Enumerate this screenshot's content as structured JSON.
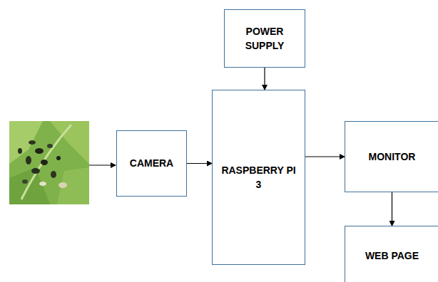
{
  "diagram": {
    "nodes": [
      {
        "text": [
          "POWER SUPPLY"
        ]
      },
      {
        "text": [
          "CAMERA"
        ]
      },
      {
        "text": [
          "RASPBERRY PI 3"
        ]
      },
      {
        "text": [
          "MONITOR"
        ]
      },
      {
        "text": [
          "WEB PAGE"
        ]
      }
    ],
    "edges": [
      {
        "from": 0,
        "to": 2,
        "arrow": "to"
      },
      {
        "from": 1,
        "to": 2,
        "arrow": "to"
      },
      {
        "from": 2,
        "to": 3,
        "arrow": "to"
      },
      {
        "from": 3,
        "to": 4,
        "arrow": "to"
      }
    ]
  }
}
